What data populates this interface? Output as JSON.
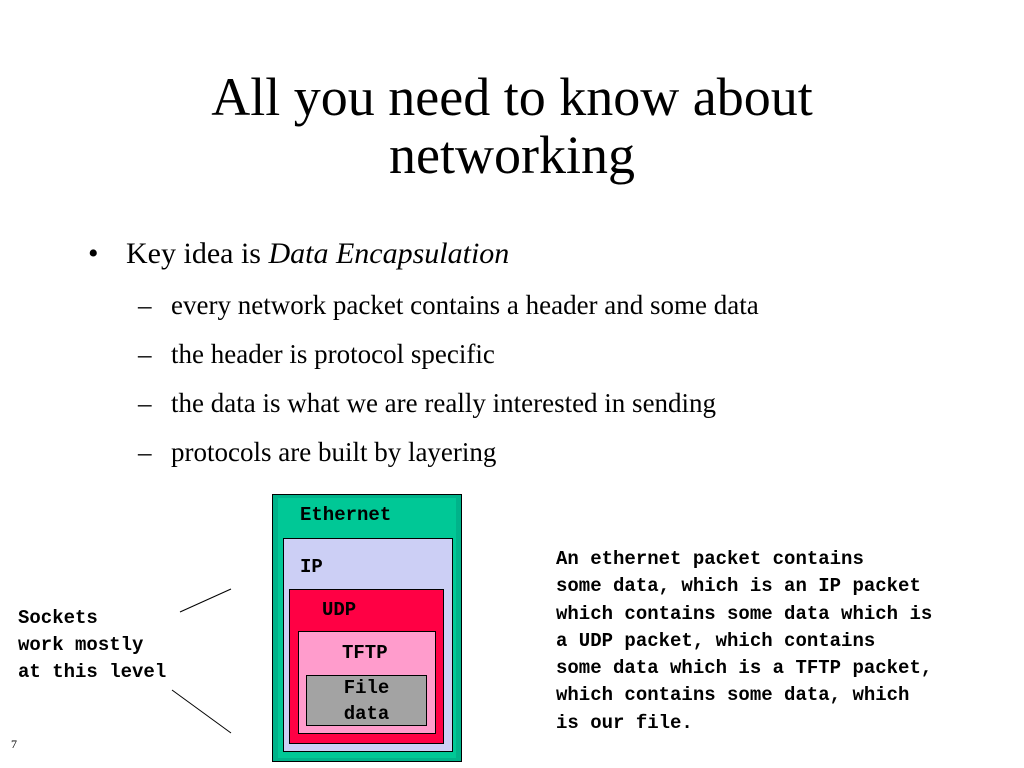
{
  "slide": {
    "title_lines": [
      "All you need to know about",
      "networking"
    ],
    "bullet": {
      "marker": "•",
      "text_prefix": "Key idea is ",
      "text_emphasis": "Data Encapsulation"
    },
    "sub_marker": "–",
    "sub_bullets": [
      "every network packet contains a header and some data",
      "the header is protocol specific",
      "the data is what we are really interested in sending",
      "protocols are built by layering"
    ],
    "slide_number": "7"
  },
  "diagram": {
    "layers": {
      "ethernet": "Ethernet",
      "ip": "IP",
      "udp": "UDP",
      "tftp": "TFTP",
      "file_line1": "File",
      "file_line2": "data"
    },
    "colors": {
      "ethernet": "#00c896",
      "ip": "#cccff5",
      "udp": "#ff0044",
      "tftp": "#ff9ccc",
      "file": "#a3a3a3"
    },
    "sockets_note": "Sockets\nwork mostly\nat this level",
    "explanation": "An ethernet packet contains\nsome data, which is an IP packet\nwhich contains some data which is\na UDP packet, which contains\nsome data which is a TFTP packet,\nwhich contains some data, which\nis our file."
  }
}
